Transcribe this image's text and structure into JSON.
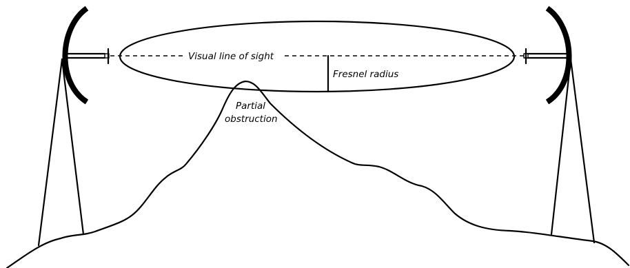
{
  "labels": {
    "line_of_sight": "Visual line of sight",
    "fresnel_radius": "Fresnel radius",
    "obstruction_line1": "Partial",
    "obstruction_line2": "obstruction"
  },
  "colors": {
    "ink": "#000000",
    "background": "#ffffff"
  }
}
